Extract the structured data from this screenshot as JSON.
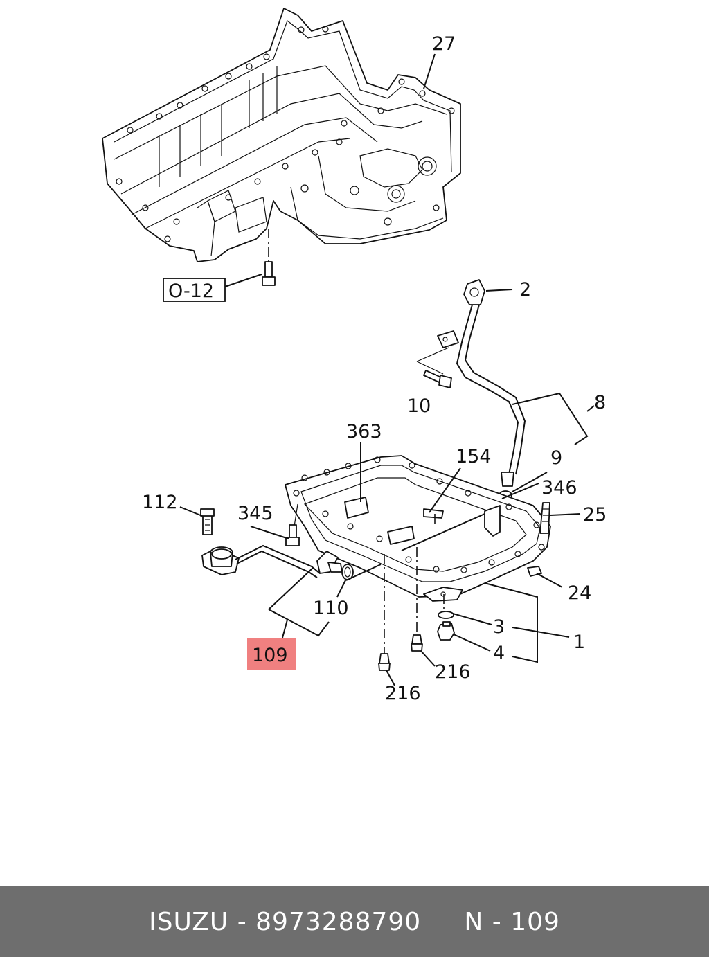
{
  "callouts": {
    "c27": "27",
    "c2": "2",
    "c8": "8",
    "c9": "9",
    "c10": "10",
    "c363": "363",
    "c154": "154",
    "c346": "346",
    "c25": "25",
    "c112": "112",
    "c345": "345",
    "c24": "24",
    "c110": "110",
    "c3": "3",
    "c1": "1",
    "c4": "4",
    "c109": "109",
    "c216a": "216",
    "c216b": "216"
  },
  "reference_box": "O-12",
  "highlight": {
    "label": "109",
    "color": "#f08080"
  },
  "footer": {
    "text": "ISUZU - 8973288790     N - 109",
    "background": "#6e6e6e",
    "color": "#ffffff"
  }
}
